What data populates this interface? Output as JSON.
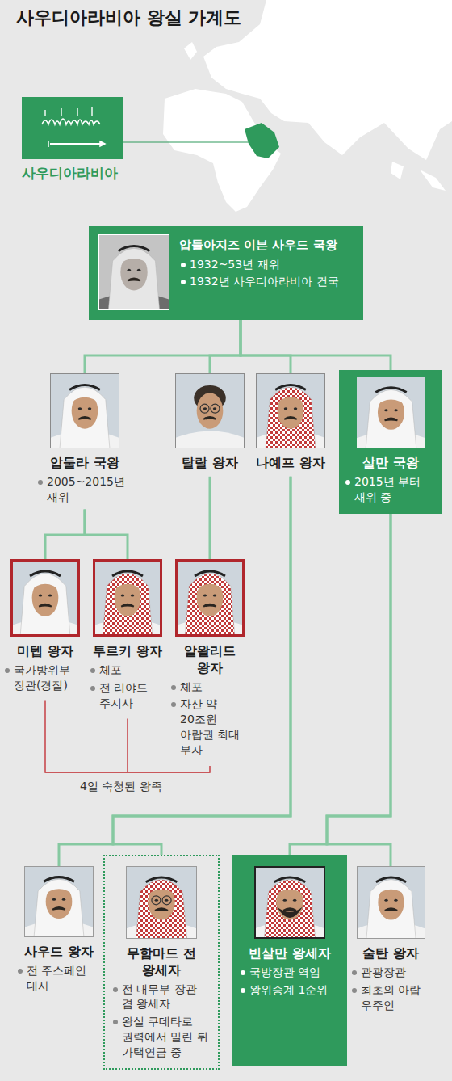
{
  "diagram": {
    "title": "사우디아라비아 왕실 가계도",
    "nodes": [
      {
        "text": [
          "압둘아지즈 이븐 사우드 국왕",
          "1932~53년 재위",
          "1932년 사우디아라비아 건국"
        ]
      },
      {
        "text": [
          "압둘라 국왕",
          "2005~2015년 재위"
        ]
      },
      {
        "text": [
          "탈랄 왕자"
        ]
      },
      {
        "text": [
          "나예프 왕자"
        ]
      },
      {
        "text": [
          "살만 국왕",
          "2015년 부터 재위 중"
        ]
      },
      {
        "text": [
          "미텝 왕자",
          "국가방위부 장관(경질)"
        ]
      },
      {
        "text": [
          "투르키 왕자",
          "체포",
          "전 리야드 주지사"
        ]
      },
      {
        "text": [
          "알왈리드 왕자",
          "체포",
          "자산 약 20조원 아랍권 최대 부자"
        ]
      },
      {
        "text": [
          "사우드 왕자",
          "전 주스페인 대사"
        ]
      },
      {
        "text": [
          "무함마드 전 왕세자",
          "전 내무부 장관 겸 왕세자",
          "왕실 쿠데타로 권력에서 밀린 뒤 가택연금 중"
        ]
      },
      {
        "text": [
          "빈살만 왕세자",
          "국방장관 역임",
          "왕위승계 1순위"
        ]
      },
      {
        "text": [
          "술탄 왕자",
          "관광장관",
          "최초의 아랍 우주인"
        ]
      }
    ],
    "edges": [
      {
        "from": 0,
        "to": 1,
        "arrow": "none"
      },
      {
        "from": 0,
        "to": 2,
        "arrow": "none"
      },
      {
        "from": 0,
        "to": 3,
        "arrow": "none"
      },
      {
        "from": 0,
        "to": 4,
        "arrow": "none"
      },
      {
        "from": 1,
        "to": 5,
        "arrow": "none"
      },
      {
        "from": 1,
        "to": 6,
        "arrow": "none"
      },
      {
        "from": 2,
        "to": 7,
        "arrow": "none"
      },
      {
        "from": 3,
        "to": 8,
        "arrow": "none"
      },
      {
        "from": 3,
        "to": 9,
        "arrow": "none"
      },
      {
        "from": 4,
        "to": 10,
        "arrow": "none"
      },
      {
        "from": 4,
        "to": 11,
        "arrow": "none"
      }
    ],
    "labels": [
      "사우디아라비아",
      "4일 숙청된 왕족"
    ]
  }
}
